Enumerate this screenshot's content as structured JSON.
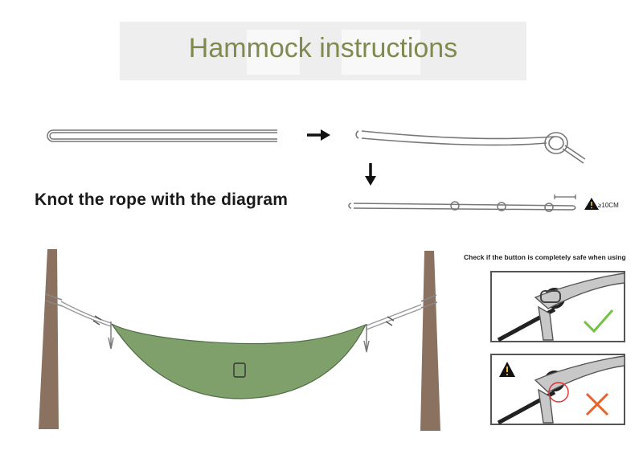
{
  "title": "Hammock instructions",
  "knot_caption": "Knot the rope with the diagram",
  "distance_label": "≥10CM",
  "check_caption": "Check if the button is completely safe when using",
  "colors": {
    "title": "#7f8a4f",
    "hammock": "#7fa06b",
    "tree": "#8a7160",
    "rope": "#a9a9a9",
    "correct": "#76c043",
    "wrong": "#e8622c",
    "warning": "#f2c13a"
  },
  "icons": [
    "arrow-right-icon",
    "arrow-down-icon",
    "warning-icon",
    "checkmark-icon",
    "cross-icon"
  ]
}
